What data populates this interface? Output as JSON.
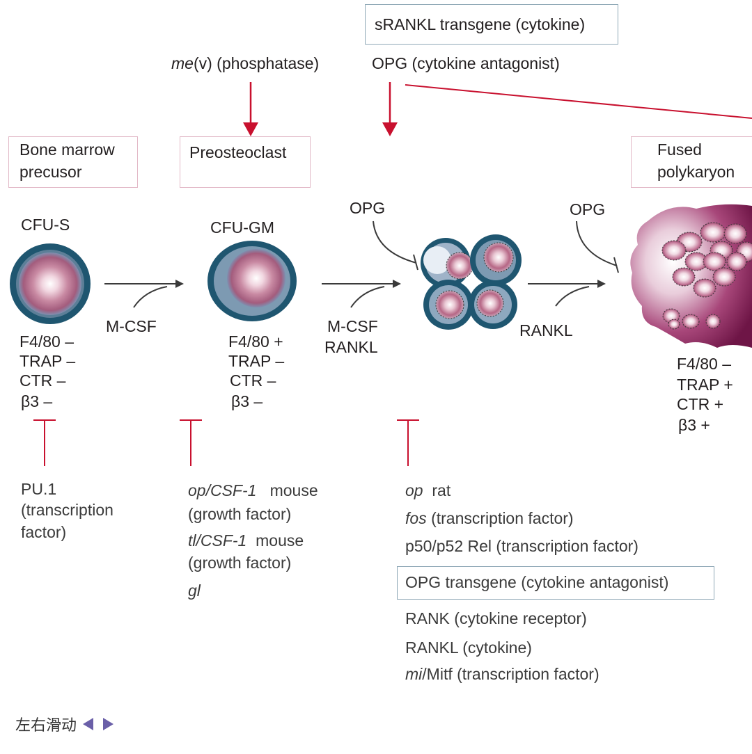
{
  "top": {
    "srankl": "sRANKL transgene (cytokine)",
    "mev_italic": "me",
    "mev_rest": "(v) (phosphatase)",
    "opg_antagonist": "OPG (cytokine antagonist)"
  },
  "stages": {
    "bone_marrow": [
      "Bone marrow",
      "precusor"
    ],
    "preosteoclast": "Preosteoclast",
    "fused": [
      "Fused",
      "polykaryon"
    ]
  },
  "cells": {
    "cfus": "CFU-S",
    "cfugm": "CFU-GM"
  },
  "arrows": {
    "mcsf1": "M-CSF",
    "mcsf2": [
      "M-CSF",
      "RANKL"
    ],
    "rankl": "RANKL",
    "opg1": "OPG",
    "opg2": "OPG"
  },
  "markers": {
    "col1": [
      "F4/80 –",
      "TRAP –",
      "CTR –",
      "β3 –"
    ],
    "col2": [
      "F4/80 +",
      "TRAP –",
      "CTR –",
      "β3 –"
    ],
    "col4": [
      "F4/80 –",
      "TRAP +",
      "CTR +",
      "β3 +"
    ]
  },
  "blocks": {
    "col1": [
      "PU.1",
      "(transcription",
      "factor)"
    ],
    "col2": {
      "l1_italic": "op/CSF-1",
      "l1_rest": "mouse",
      "l2": "(growth factor)",
      "l3_italic": "tl/CSF-1",
      "l3_rest": "mouse",
      "l4": "(growth factor)",
      "l5_italic": "gl"
    },
    "col3": {
      "l1_italic": "op",
      "l1_rest": "rat",
      "l2_italic": "fos",
      "l2_rest": "(transcription factor)",
      "l3": "p50/p52 Rel (transcription factor)",
      "l4_box": "OPG transgene (cytokine antagonist)",
      "l5": "RANK (cytokine receptor)",
      "l6": "RANKL (cytokine)",
      "l7_italic": "mi",
      "l7_rest": "/Mitf (transcription factor)"
    }
  },
  "nav": {
    "label": "左右滑动"
  },
  "colors": {
    "accent_red": "#c8102e",
    "cell_outer": "#1f5670",
    "cell_inner": "#b05a7e",
    "polykaryon": "#7d1e55",
    "nav_arrow": "#6a5fa8"
  }
}
